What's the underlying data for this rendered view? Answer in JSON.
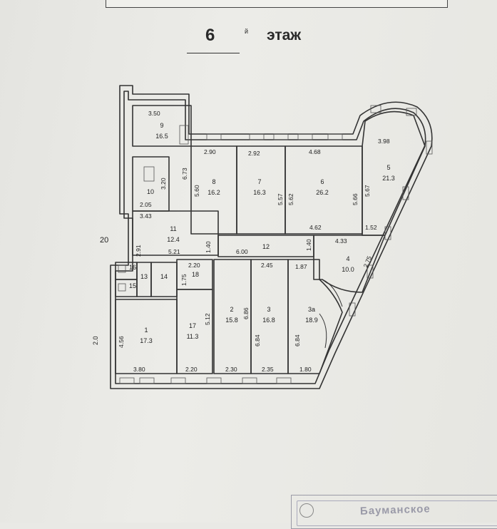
{
  "header": {
    "floor_number": "6",
    "floor_suffix": "й",
    "floor_word": "этаж"
  },
  "outside_labels": {
    "twenty": "20",
    "dim_left": "2.0"
  },
  "rooms": [
    {
      "id": "room-9",
      "number": "9",
      "area": "16.5"
    },
    {
      "id": "room-10",
      "number": "10",
      "area": ""
    },
    {
      "id": "room-8",
      "number": "8",
      "area": "16.2"
    },
    {
      "id": "room-7",
      "number": "7",
      "area": "16.3"
    },
    {
      "id": "room-6",
      "number": "6",
      "area": "26.2"
    },
    {
      "id": "room-5",
      "number": "5",
      "area": "21.3"
    },
    {
      "id": "room-11",
      "number": "11",
      "area": "12.4"
    },
    {
      "id": "room-12",
      "number": "12",
      "area": ""
    },
    {
      "id": "room-4",
      "number": "4",
      "area": "10.0"
    },
    {
      "id": "room-16",
      "number": "16",
      "area": ""
    },
    {
      "id": "room-15",
      "number": "15",
      "area": ""
    },
    {
      "id": "room-13",
      "number": "13",
      "area": ""
    },
    {
      "id": "room-14",
      "number": "14",
      "area": ""
    },
    {
      "id": "room-18",
      "number": "18",
      "area": ""
    },
    {
      "id": "room-1",
      "number": "1",
      "area": "17.3"
    },
    {
      "id": "room-17",
      "number": "17",
      "area": "11.3"
    },
    {
      "id": "room-2",
      "number": "2",
      "area": "15.8"
    },
    {
      "id": "room-3",
      "number": "3",
      "area": "16.8"
    },
    {
      "id": "room-3a",
      "number": "3а",
      "area": "18.9"
    }
  ],
  "dimensions": [
    "3.50",
    "6.73",
    "3.20",
    "2.05",
    "2.90",
    "5.60",
    "2.92",
    "5.57",
    "4.68",
    "5.62",
    "5.66",
    "4.62",
    "3.98",
    "5.67",
    "1.52",
    "3.43",
    "2.91",
    "5.21",
    "1.40",
    "6.00",
    "1.40",
    "4.33",
    "2.75",
    "2.20",
    "1.75",
    "2.45",
    "1.87",
    "5.12",
    "6.86",
    "6.84",
    "6.84",
    "4.56",
    "3.80",
    "2.20",
    "2.30",
    "2.35",
    "1.80"
  ],
  "stamp": {
    "text": "Бауманское"
  }
}
